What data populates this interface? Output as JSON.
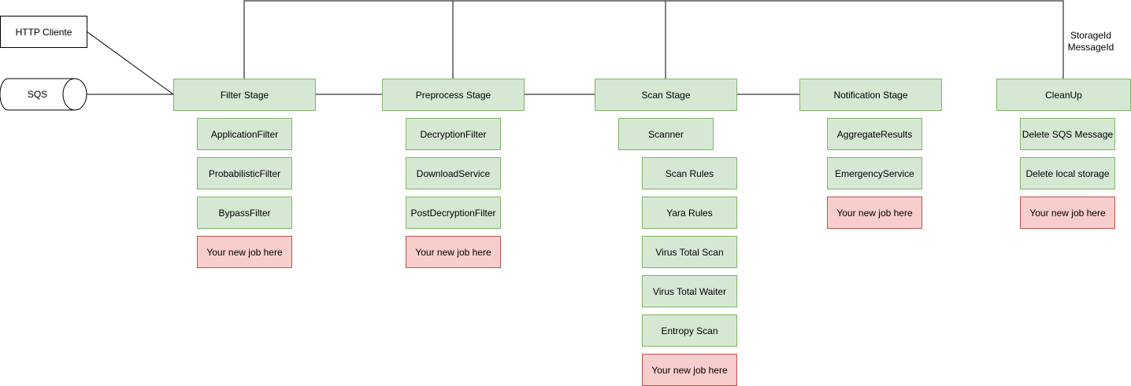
{
  "sources": {
    "http_client": "HTTP Cliente",
    "sqs": "SQS"
  },
  "stages": [
    {
      "label": "Filter Stage",
      "jobs": [
        "ApplicationFilter",
        "ProbabilisticFilter",
        "BypassFilter"
      ],
      "placeholder": "Your new job here"
    },
    {
      "label": "Preprocess Stage",
      "jobs": [
        "DecryptionFilter",
        "DownloadService",
        "PostDecryptionFilter"
      ],
      "placeholder": "Your new job here"
    },
    {
      "label": "Scan Stage",
      "scanner": "Scanner",
      "jobs": [
        "Scan Rules",
        "Yara Rules",
        "Virus Total Scan",
        "Virus Total Waiter",
        "Entropy Scan"
      ],
      "placeholder": "Your new job here"
    },
    {
      "label": "Notification Stage",
      "jobs": [
        "AggregateResults",
        "EmergencyService"
      ],
      "placeholder": "Your new job here"
    },
    {
      "label": "CleanUp",
      "jobs": [
        "Delete SQS Message",
        "Delete local storage"
      ],
      "placeholder": "Your new job here"
    }
  ],
  "edge_label": {
    "line1": "StorageId",
    "line2": "MessageId"
  },
  "colors": {
    "job_fill": "#d5e8d4",
    "job_stroke": "#82b366",
    "new_job_fill": "#f8cecc",
    "new_job_stroke": "#b85450"
  }
}
